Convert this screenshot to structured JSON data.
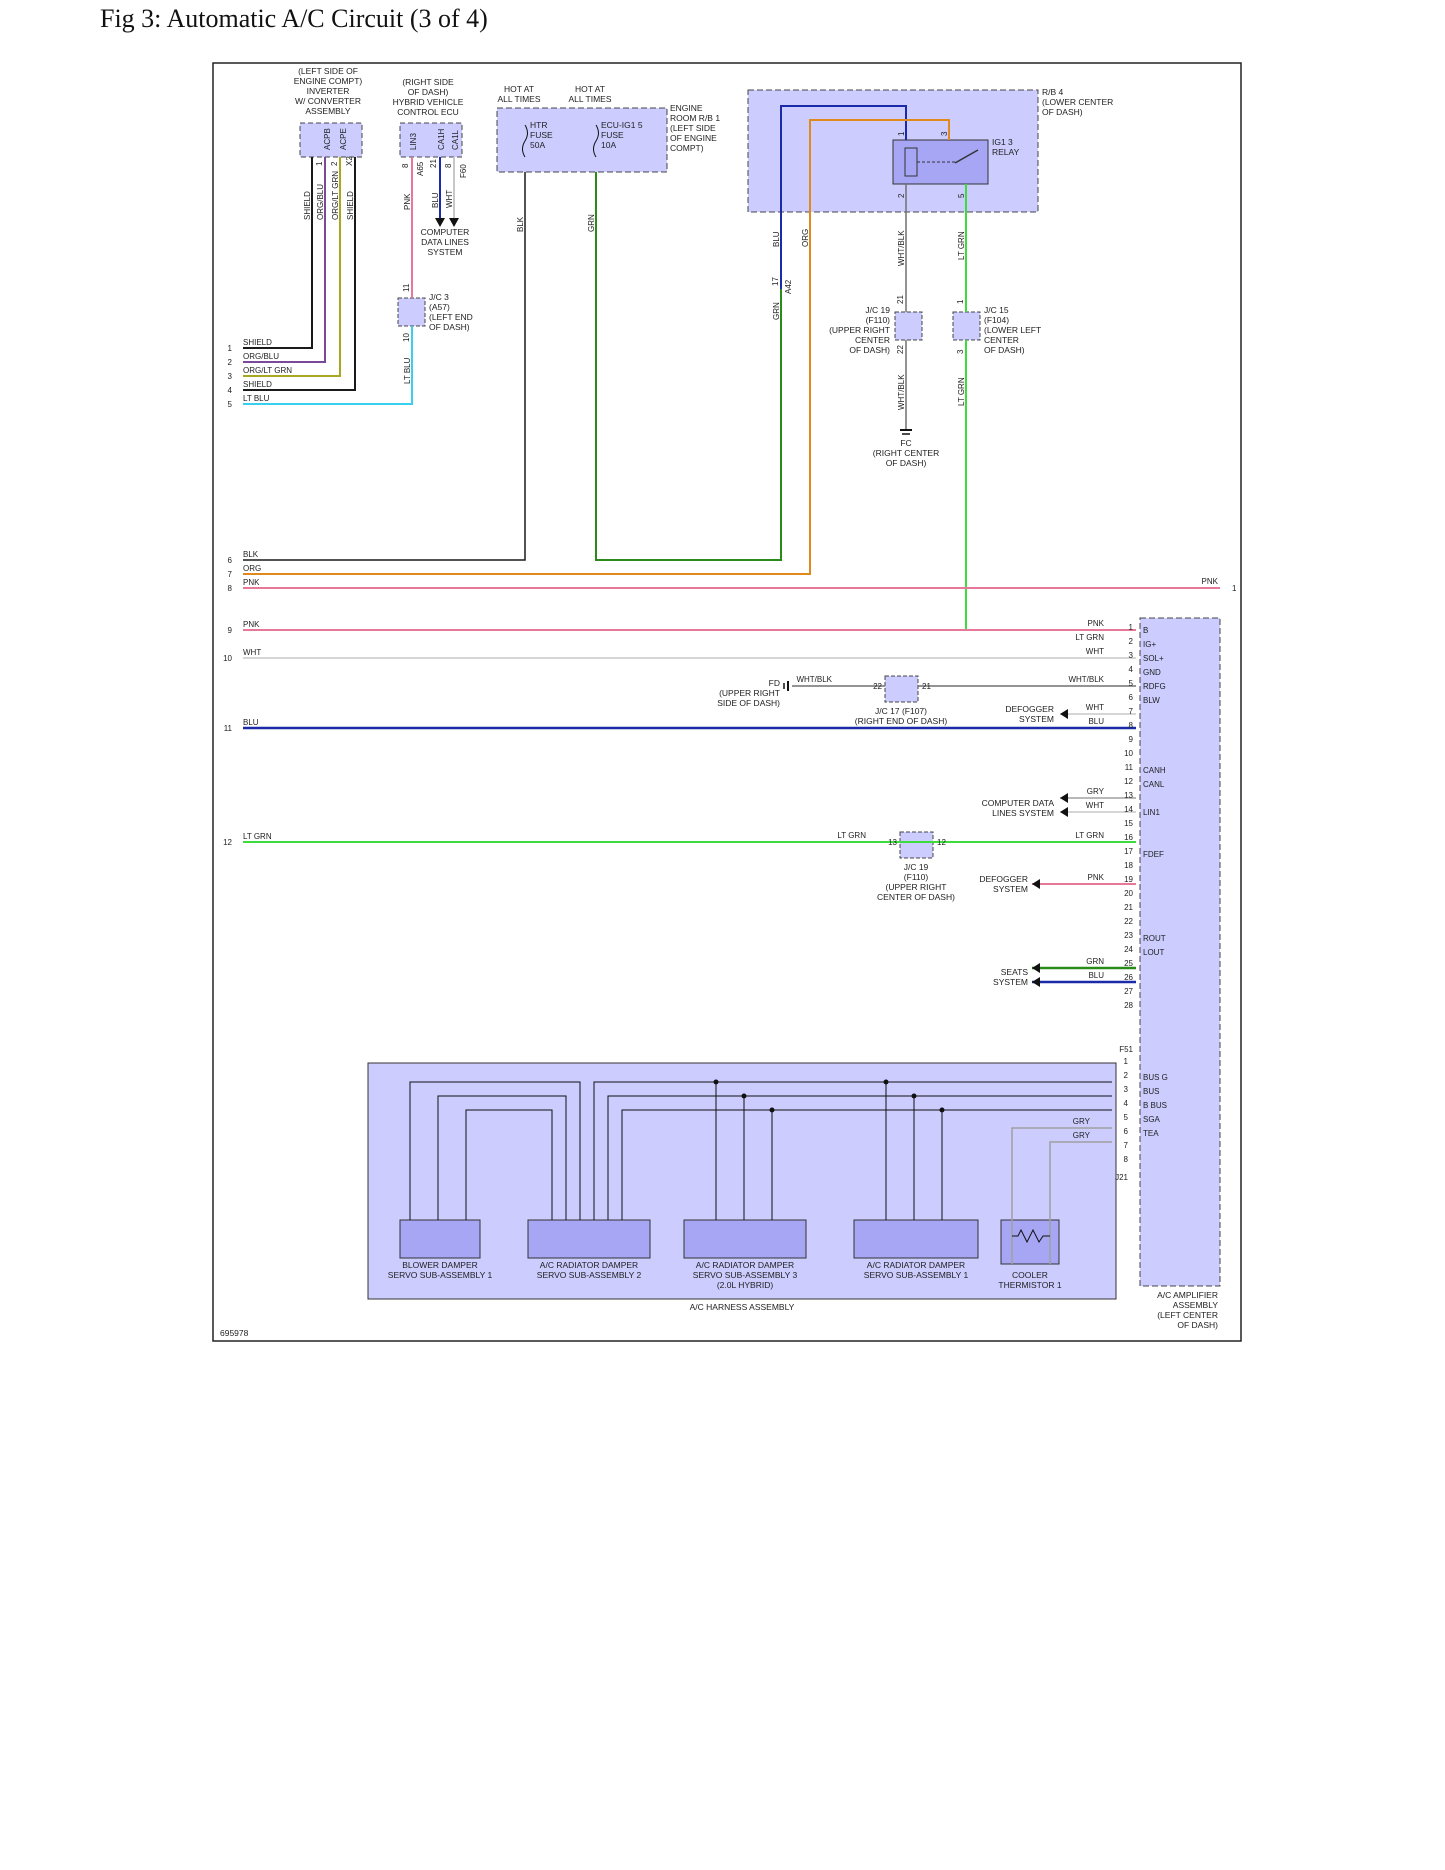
{
  "title": "Fig 3: Automatic A/C Circuit (3 of 4)",
  "figure_id": "695978",
  "colors": {
    "frame": "#222222",
    "component_fill": "#ccccff",
    "component_dark": "#a6a6f5",
    "BLK": "#1a1a1a",
    "ORG": "#e08a1e",
    "PNK": "#e8789a",
    "WHT": "#c8c8c8",
    "BLU": "#1a2aa8",
    "LT_GRN": "#3ddc3d",
    "GRN": "#2a8a1a",
    "LT_BLU": "#38d0ee",
    "ORG_BLU": "#7a4a9a",
    "ORG_LT_GRN": "#a8a820",
    "GRY": "#a0a0a0",
    "WHT_BLK": "#707070"
  },
  "components": {
    "inverter": {
      "lines": [
        "(LEFT SIDE OF",
        "ENGINE COMPT)",
        "INVERTER",
        "W/ CONVERTER",
        "ASSEMBLY"
      ],
      "pins": [
        "ACPB",
        "ACPE"
      ],
      "pin_nums": [
        "1",
        "2"
      ],
      "connector": "X2"
    },
    "hv_ecu": {
      "lines": [
        "(RIGHT SIDE",
        "OF DASH)",
        "HYBRID VEHICLE",
        "CONTROL ECU"
      ],
      "pins": [
        "LIN3",
        "CA1H",
        "CA1L"
      ],
      "pin_nums": [
        "8",
        "21",
        "8"
      ],
      "connectors": [
        "A65",
        "F60"
      ]
    },
    "hot1": {
      "lines": [
        "HOT AT",
        "ALL TIMES"
      ]
    },
    "hot2": {
      "lines": [
        "HOT AT",
        "ALL TIMES"
      ]
    },
    "htr_fuse": {
      "lines": [
        "HTR",
        "FUSE",
        "50A"
      ]
    },
    "ecu_fuse": {
      "lines": [
        "ECU-IG1 5",
        "FUSE",
        "10A"
      ]
    },
    "engine_rb": {
      "lines": [
        "ENGINE",
        "ROOM R/B 1",
        "(LEFT SIDE",
        "OF ENGINE",
        "COMPT)"
      ]
    },
    "rb4": {
      "lines": [
        "R/B 4",
        "(LOWER CENTER",
        "OF DASH)"
      ]
    },
    "ig1_relay": {
      "lines": [
        "IG1 3",
        "RELAY"
      ],
      "pins": [
        "1",
        "3",
        "2",
        "5"
      ]
    },
    "comp_data_top": {
      "lines": [
        "COMPUTER",
        "DATA LINES",
        "SYSTEM"
      ]
    },
    "jc3": {
      "lines": [
        "J/C 3",
        "(A57)",
        "(LEFT END",
        "OF DASH)"
      ],
      "pins": [
        "11",
        "10"
      ]
    },
    "jc19a": {
      "lines": [
        "J/C 19",
        "(F110)",
        "(UPPER RIGHT",
        "CENTER",
        "OF DASH)"
      ],
      "pins": [
        "21",
        "22"
      ]
    },
    "jc15": {
      "lines": [
        "J/C 15",
        "(F104)",
        "(LOWER LEFT",
        "CENTER",
        "OF DASH)"
      ],
      "pins": [
        "1",
        "3"
      ]
    },
    "fc": {
      "lines": [
        "FC",
        "(RIGHT CENTER",
        "OF DASH)"
      ]
    },
    "connector_a42": {
      "pin": "17",
      "name": "A42"
    },
    "fd": {
      "lines": [
        "FD",
        "(UPPER RIGHT",
        "SIDE OF DASH)"
      ]
    },
    "jc17": {
      "lines": [
        "J/C 17 (F107)",
        "(RIGHT END OF DASH)"
      ],
      "pins": [
        "22",
        "21"
      ]
    },
    "jc19b": {
      "lines": [
        "J/C 19",
        "(F110)",
        "(UPPER RIGHT",
        "CENTER OF DASH)"
      ],
      "pins": [
        "13",
        "12"
      ]
    },
    "defogger1": {
      "lines": [
        "DEFOGGER",
        "SYSTEM"
      ]
    },
    "defogger2": {
      "lines": [
        "DEFOGGER",
        "SYSTEM"
      ]
    },
    "comp_data_mid": {
      "lines": [
        "COMPUTER DATA",
        "LINES SYSTEM"
      ]
    },
    "seats": {
      "lines": [
        "SEATS",
        "SYSTEM"
      ]
    },
    "amplifier": {
      "lines": [
        "A/C AMPLIFIER",
        "ASSEMBLY",
        "(LEFT CENTER",
        "OF DASH)"
      ],
      "connector_a": "F51",
      "connector_b": "J21"
    },
    "harness": {
      "label": "A/C HARNESS ASSEMBLY"
    },
    "servo_blower": {
      "lines": [
        "BLOWER DAMPER",
        "SERVO SUB-ASSEMBLY 1"
      ]
    },
    "servo_rad2": {
      "lines": [
        "A/C RADIATOR DAMPER",
        "SERVO SUB-ASSEMBLY 2"
      ]
    },
    "servo_rad3": {
      "lines": [
        "A/C RADIATOR DAMPER",
        "SERVO SUB-ASSEMBLY 3",
        "(2.0L HYBRID)"
      ]
    },
    "servo_rad1": {
      "lines": [
        "A/C RADIATOR DAMPER",
        "SERVO SUB-ASSEMBLY 1"
      ]
    },
    "thermistor": {
      "lines": [
        "COOLER",
        "THERMISTOR 1"
      ]
    }
  },
  "vertical_wire_labels": {
    "inv_shield1": "SHIELD",
    "inv_org_blu": "ORG/BLU",
    "inv_org_ltgrn": "ORG/LT GRN",
    "inv_shield2": "SHIELD",
    "ecu_pnk": "PNK",
    "ecu_blu": "BLU",
    "ecu_wht": "WHT",
    "jc3_ltblu": "LT BLU",
    "blk": "BLK",
    "grn": "GRN",
    "relay_blu": "BLU",
    "relay_org": "ORG",
    "a42_grn": "GRN",
    "whtblk_upper": "WHT/BLK",
    "ltgrn_upper": "LT GRN",
    "whtblk_lower": "WHT/BLK",
    "ltgrn_lower": "LT GRN"
  },
  "left_terminals": [
    {
      "num": "1",
      "label": "SHIELD"
    },
    {
      "num": "2",
      "label": "ORG/BLU"
    },
    {
      "num": "3",
      "label": "ORG/LT GRN"
    },
    {
      "num": "4",
      "label": "SHIELD"
    },
    {
      "num": "5",
      "label": "LT BLU"
    },
    {
      "num": "6",
      "label": "BLK"
    },
    {
      "num": "7",
      "label": "ORG"
    },
    {
      "num": "8",
      "label": "PNK"
    },
    {
      "num": "9",
      "label": "PNK"
    },
    {
      "num": "10",
      "label": "WHT"
    },
    {
      "num": "11",
      "label": "BLU"
    },
    {
      "num": "12",
      "label": "LT GRN"
    }
  ],
  "right_terminal": {
    "num": "1",
    "label": "PNK"
  },
  "wire_mid_labels": {
    "whtblk_fd": "WHT/BLK",
    "whtblk_amp": "WHT/BLK",
    "ltgrn_left": "LT GRN",
    "ltgrn_right": "LT GRN",
    "defog_wht": "WHT",
    "defog_blu": "BLU",
    "canh_gry": "GRY",
    "canl_wht": "WHT",
    "fdef_pnk": "PNK",
    "rout_grn": "GRN",
    "lout_blu": "BLU",
    "therm_gry1": "GRY",
    "therm_gry2": "GRY",
    "b_pnk": "PNK",
    "ig_ltgrn": "LT GRN",
    "sol_wht": "WHT"
  },
  "amp_f51_pins": [
    {
      "n": "1",
      "name": "B"
    },
    {
      "n": "2",
      "name": "IG+"
    },
    {
      "n": "3",
      "name": "SOL+"
    },
    {
      "n": "4",
      "name": "GND"
    },
    {
      "n": "5",
      "name": "RDFG"
    },
    {
      "n": "6",
      "name": "BLW"
    },
    {
      "n": "7",
      "name": ""
    },
    {
      "n": "8",
      "name": ""
    },
    {
      "n": "9",
      "name": ""
    },
    {
      "n": "10",
      "name": ""
    },
    {
      "n": "11",
      "name": "CANH"
    },
    {
      "n": "12",
      "name": "CANL"
    },
    {
      "n": "13",
      "name": ""
    },
    {
      "n": "14",
      "name": "LIN1"
    },
    {
      "n": "15",
      "name": ""
    },
    {
      "n": "16",
      "name": ""
    },
    {
      "n": "17",
      "name": "FDEF"
    },
    {
      "n": "18",
      "name": ""
    },
    {
      "n": "19",
      "name": ""
    },
    {
      "n": "20",
      "name": ""
    },
    {
      "n": "21",
      "name": ""
    },
    {
      "n": "22",
      "name": ""
    },
    {
      "n": "23",
      "name": "ROUT"
    },
    {
      "n": "24",
      "name": "LOUT"
    },
    {
      "n": "25",
      "name": ""
    },
    {
      "n": "26",
      "name": ""
    },
    {
      "n": "27",
      "name": ""
    },
    {
      "n": "28",
      "name": ""
    }
  ],
  "amp_j21_pins": [
    {
      "n": "1",
      "name": ""
    },
    {
      "n": "2",
      "name": "BUS G"
    },
    {
      "n": "3",
      "name": "BUS"
    },
    {
      "n": "4",
      "name": "B BUS"
    },
    {
      "n": "5",
      "name": "SGA"
    },
    {
      "n": "6",
      "name": "TEA"
    },
    {
      "n": "7",
      "name": ""
    },
    {
      "n": "8",
      "name": ""
    }
  ]
}
